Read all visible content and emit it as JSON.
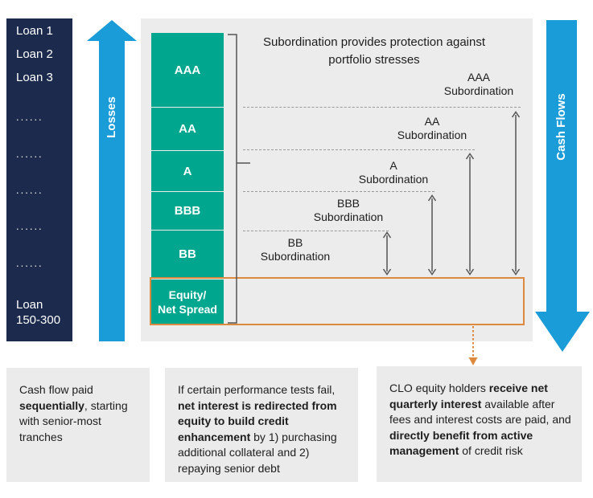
{
  "colors": {
    "navy": "#1c2b4d",
    "blue_arrow": "#1a9cd8",
    "teal_tranche": "#00a78e",
    "panel_gray": "#ececec",
    "callout_gray": "#ebebeb",
    "orange_accent": "#dd8a3f",
    "dash_gray": "#9a9a9a",
    "arrow_gray": "#555555"
  },
  "loans_panel": {
    "items": [
      "Loan 1",
      "Loan 2",
      "Loan 3",
      "......",
      "......",
      "......",
      "......",
      "......",
      "Loan\n150-300"
    ]
  },
  "losses_arrow": {
    "label": "Losses"
  },
  "cashflows_arrow": {
    "label": "Cash Flows"
  },
  "diagram": {
    "title": "Subordination provides protection against portfolio stresses",
    "tranches": [
      {
        "label": "AAA"
      },
      {
        "label": "AA"
      },
      {
        "label": "A"
      },
      {
        "label": "BBB"
      },
      {
        "label": "BB"
      },
      {
        "label": "Equity/\nNet Spread"
      }
    ],
    "subordination_labels": [
      {
        "label": "AAA\nSubordination"
      },
      {
        "label": "AA\nSubordination"
      },
      {
        "label": "A\nSubordination"
      },
      {
        "label": "BBB\nSubordination"
      },
      {
        "label": "BB\nSubordination"
      }
    ]
  },
  "callouts": [
    {
      "segments": [
        {
          "text": "Cash flow paid ",
          "bold": false
        },
        {
          "text": "sequentially",
          "bold": true
        },
        {
          "text": ", starting with senior-most tranches",
          "bold": false
        }
      ]
    },
    {
      "segments": [
        {
          "text": "If certain performance tests fail, ",
          "bold": false
        },
        {
          "text": "net interest is redirected from equity to build credit enhancement",
          "bold": true
        },
        {
          "text": " by 1) purchasing additional collateral and 2) repaying senior debt",
          "bold": false
        }
      ]
    },
    {
      "segments": [
        {
          "text": "CLO equity holders ",
          "bold": false
        },
        {
          "text": "receive net quarterly interest",
          "bold": true
        },
        {
          "text": " available after fees and interest costs are paid, and ",
          "bold": false
        },
        {
          "text": "directly benefit from active management",
          "bold": true
        },
        {
          "text": " of credit risk",
          "bold": false
        }
      ]
    }
  ]
}
